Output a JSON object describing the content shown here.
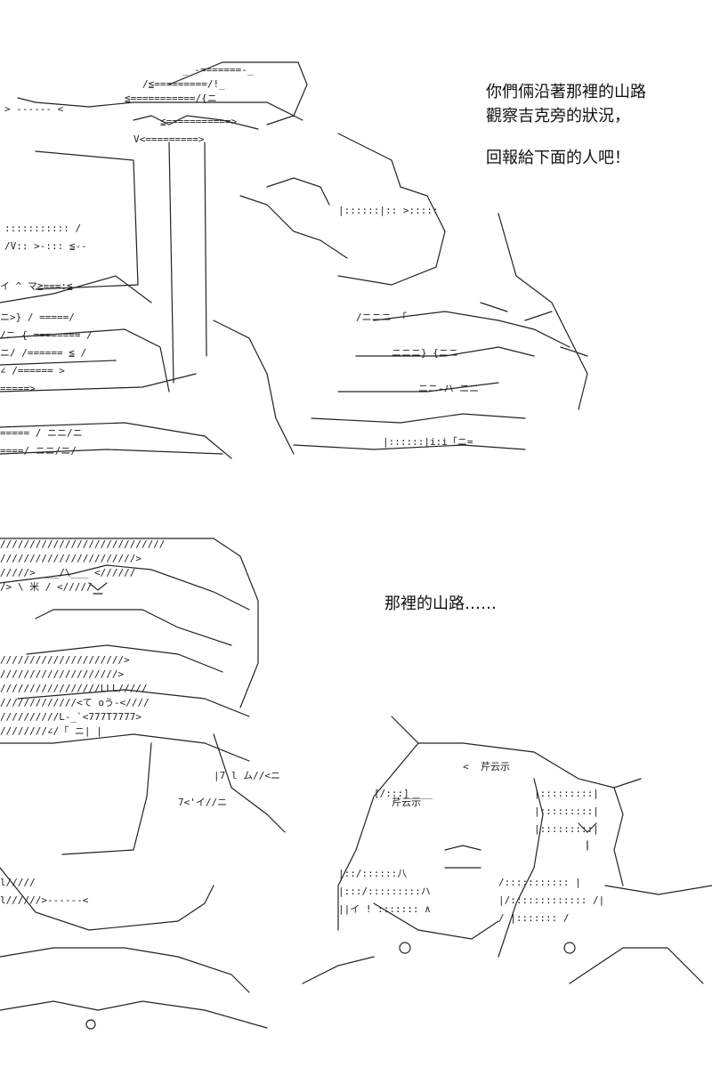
{
  "panels": [
    {
      "id": "panel-1",
      "dialogue": [
        "你們倆沿著那裡的山路",
        "觀察吉克旁的狀況，",
        "回報給下面的人吧！"
      ]
    },
    {
      "id": "panel-2",
      "dialogue": [
        "那裡的山路……"
      ],
      "labels": [
        "芹云示",
        "芹云示"
      ]
    }
  ],
  "colors": {
    "ink": "#000000",
    "paper": "#ffffff"
  }
}
